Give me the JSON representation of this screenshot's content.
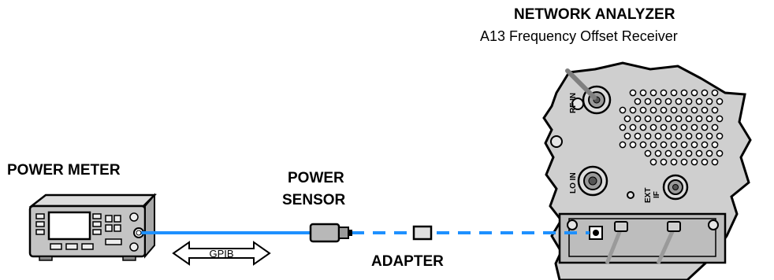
{
  "labels": {
    "analyzer_title": "NETWORK ANALYZER",
    "analyzer_subtitle": "A13 Frequency Offset Receiver",
    "power_meter": "POWER METER",
    "power_sensor_line1": "POWER",
    "power_sensor_line2": "SENSOR",
    "adapter": "ADAPTER",
    "gpib": "GPIB"
  },
  "port_labels": {
    "rf_in": "RF IN",
    "lo_in": "LO IN",
    "ext_if_line1": "EXT",
    "ext_if_line2": "IF"
  },
  "colors": {
    "cable": "#1e90ff",
    "panel": "#c8c8c8",
    "outline": "#000000",
    "meter_body": "#b4b4b4"
  }
}
